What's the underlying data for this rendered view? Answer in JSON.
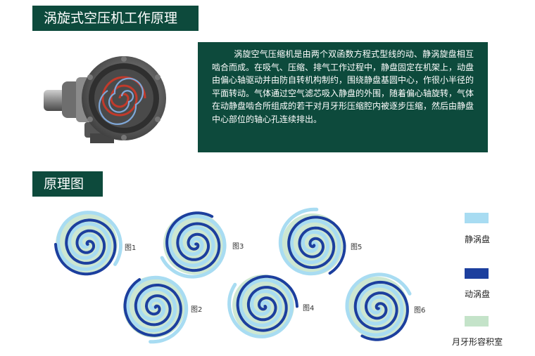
{
  "title": "涡旋式空压机工作原理",
  "description": "涡旋空气压缩机是由两个双函数方程式型线的动、静涡旋盘相互啮合而成。在吸气、压缩、排气工作过程中，静盘固定在机架上，动盘由偏心轴驱动并由防自转机构制约，围绕静盘基圆中心，作很小半径的平面转动。气体通过空气滤芯吸入静盘的外围，随着偏心轴旋转，气体在动静盘啮合所组成的若干对月牙形压缩腔内被逐步压缩，然后由静盘中心部位的轴心孔连续排出。",
  "section_title": "原理图",
  "figures": [
    {
      "label": "图1"
    },
    {
      "label": "图2"
    },
    {
      "label": "图3"
    },
    {
      "label": "图4"
    },
    {
      "label": "图5"
    },
    {
      "label": "图6"
    }
  ],
  "legend": [
    {
      "label": "静涡盘",
      "color": "#a8dcf2"
    },
    {
      "label": "动涡盘",
      "color": "#1c3f9e"
    },
    {
      "label": "月牙形容积室",
      "color": "#c4e3c9"
    }
  ],
  "colors": {
    "banner": "#0d4a3c",
    "fixed_scroll": "#a8dcf2",
    "orbiting_scroll": "#1c3f9e",
    "chamber": "#c4e3c9"
  }
}
